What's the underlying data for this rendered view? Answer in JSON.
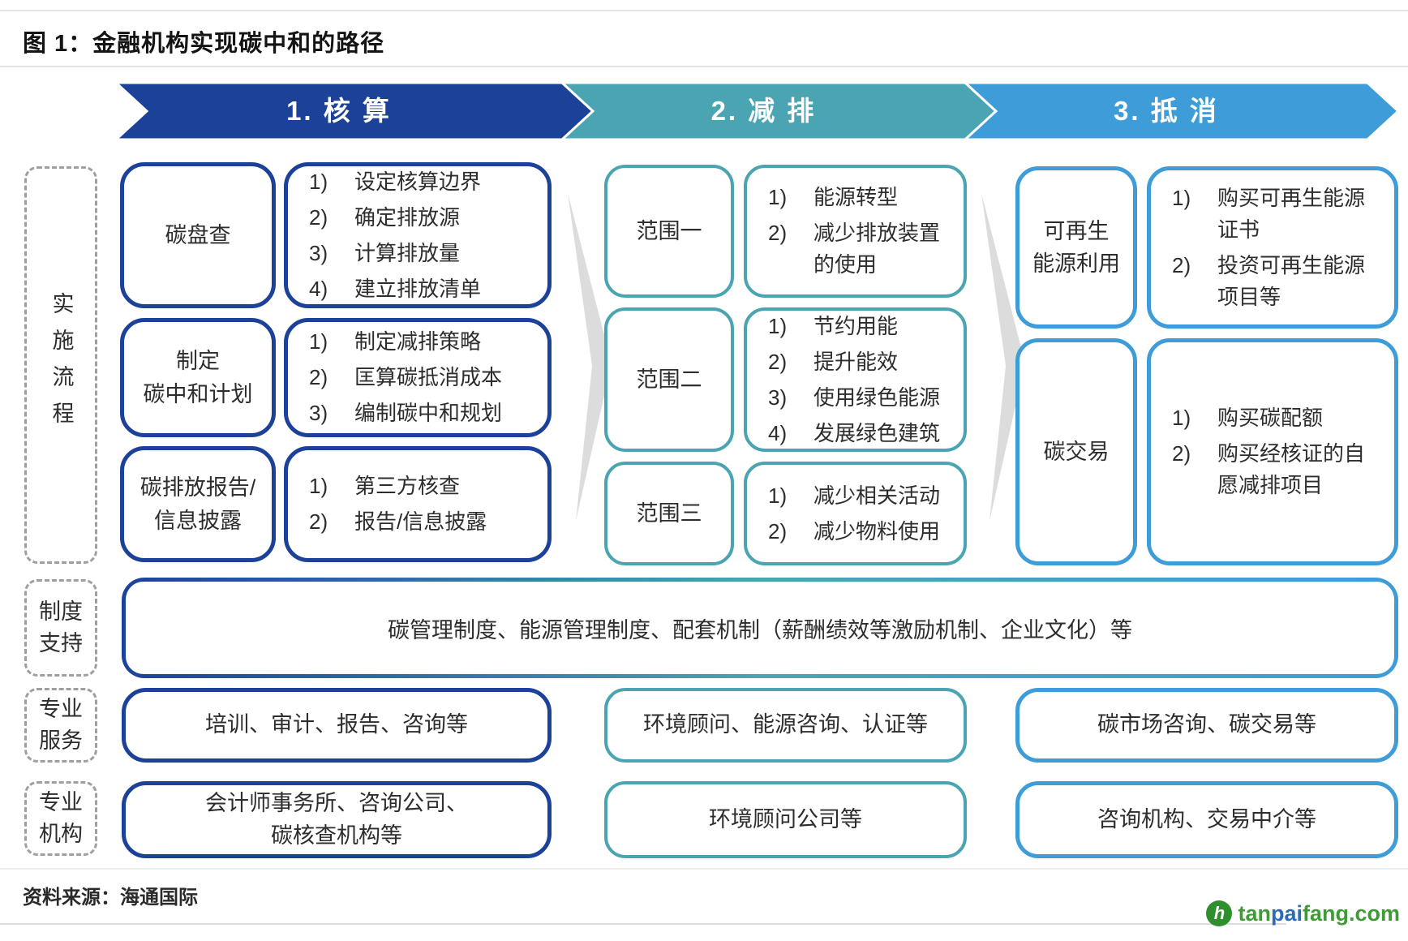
{
  "title": "图 1：金融机构实现碳中和的路径",
  "stages": [
    {
      "label": "1. 核 算"
    },
    {
      "label": "2. 减 排"
    },
    {
      "label": "3. 抵 消"
    }
  ],
  "side_labels": {
    "process": "实施流程",
    "system": "制度\n支持",
    "service": "专业\n服务",
    "agency": "专业\n机构"
  },
  "flow": {
    "accounting": {
      "rows": [
        {
          "label": "碳盘查",
          "items": [
            {
              "n": "1)",
              "t": "设定核算边界"
            },
            {
              "n": "2)",
              "t": "确定排放源"
            },
            {
              "n": "3)",
              "t": "计算排放量"
            },
            {
              "n": "4)",
              "t": "建立排放清单"
            }
          ]
        },
        {
          "label": "制定\n碳中和计划",
          "items": [
            {
              "n": "1)",
              "t": "制定减排策略"
            },
            {
              "n": "2)",
              "t": "匡算碳抵消成本"
            },
            {
              "n": "3)",
              "t": "编制碳中和规划"
            }
          ]
        },
        {
          "label": "碳排放报告/\n信息披露",
          "items": [
            {
              "n": "1)",
              "t": "第三方核查"
            },
            {
              "n": "2)",
              "t": "报告/信息披露"
            }
          ]
        }
      ]
    },
    "reduction": {
      "rows": [
        {
          "label": "范围一",
          "items": [
            {
              "n": "1)",
              "t": "能源转型"
            },
            {
              "n": "2)",
              "t": "减少排放装置\n的使用"
            }
          ]
        },
        {
          "label": "范围二",
          "items": [
            {
              "n": "1)",
              "t": "节约用能"
            },
            {
              "n": "2)",
              "t": "提升能效"
            },
            {
              "n": "3)",
              "t": "使用绿色能源"
            },
            {
              "n": "4)",
              "t": "发展绿色建筑"
            }
          ]
        },
        {
          "label": "范围三",
          "items": [
            {
              "n": "1)",
              "t": "减少相关活动"
            },
            {
              "n": "2)",
              "t": "减少物料使用"
            }
          ]
        }
      ]
    },
    "offset": {
      "rows": [
        {
          "label": "可再生\n能源利用",
          "items": [
            {
              "n": "1)",
              "t": "购买可再生能源\n证书"
            },
            {
              "n": "2)",
              "t": "投资可再生能源\n项目等"
            }
          ]
        },
        {
          "label": "碳交易",
          "items": [
            {
              "n": "1)",
              "t": "购买碳配额"
            },
            {
              "n": "2)",
              "t": "购买经核证的自\n愿减排项目"
            }
          ]
        }
      ]
    }
  },
  "support_bar": "碳管理制度、能源管理制度、配套机制（薪酬绩效等激励机制、企业文化）等",
  "services": [
    "培训、审计、报告、咨询等",
    "环境顾问、能源咨询、认证等",
    "碳市场咨询、碳交易等"
  ],
  "agencies": [
    "会计师事务所、咨询公司、\n碳核查机构等",
    "环境顾问公司等",
    "咨询机构、交易中介等"
  ],
  "source": "资料来源：海通国际",
  "logo": {
    "icon": "h",
    "part1": "tan",
    "part2": "pai",
    "part3": "fang.com"
  },
  "colors": {
    "stage1_navy": "#1c4199",
    "stage2_teal": "#4aa4b1",
    "stage3_blue": "#3e9dd8",
    "connector_gray": "#dcdcdc",
    "logo_green": "#3f9c35",
    "logo_blue": "#2d6cb5"
  }
}
